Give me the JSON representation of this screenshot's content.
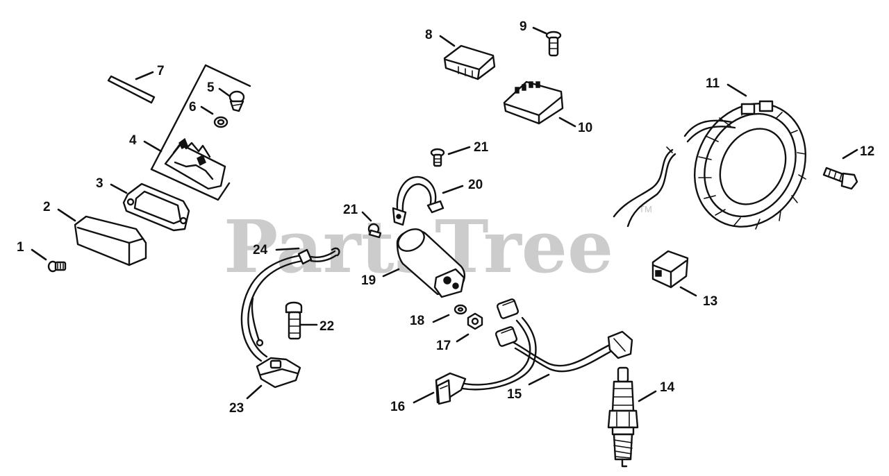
{
  "watermark": {
    "brand": "PartsTree",
    "trademark": "TM"
  },
  "callouts": [
    "1",
    "2",
    "3",
    "4",
    "5",
    "6",
    "7",
    "8",
    "9",
    "10",
    "11",
    "12",
    "13",
    "14",
    "15",
    "16",
    "17",
    "18",
    "19",
    "20",
    "21",
    "21",
    "22",
    "23",
    "24"
  ]
}
